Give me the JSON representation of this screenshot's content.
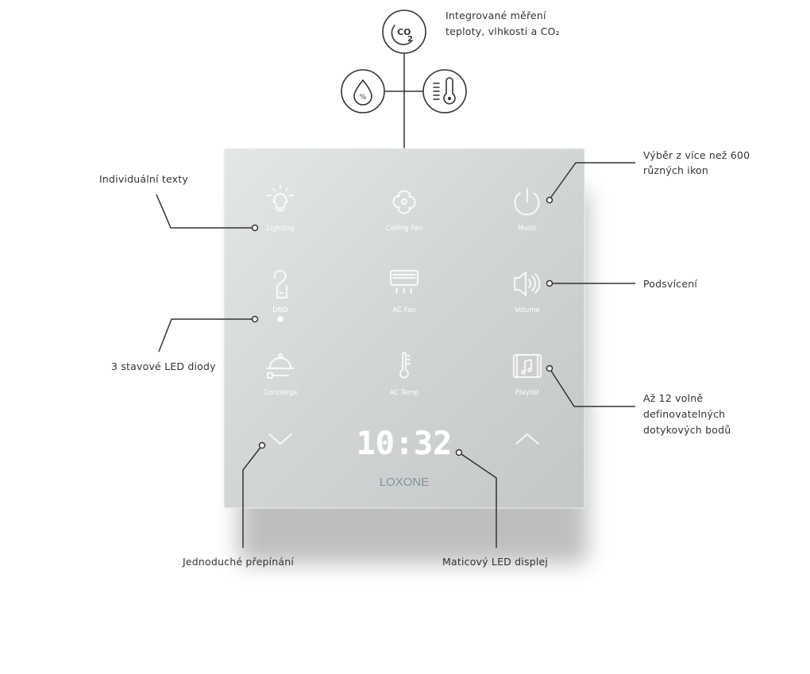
{
  "sensors": {
    "caption_line1": "Integrované měření",
    "caption_line2": "teploty, vlhkosti a CO₂",
    "icons": [
      "co2-icon",
      "humidity-icon",
      "thermometer-icon"
    ],
    "co2_text": "CO",
    "co2_sub": "2",
    "humidity_symbol": "%"
  },
  "panel": {
    "brand": "LOXONE",
    "clock": "10:32",
    "buttons": [
      {
        "label": "Lighting",
        "icon": "lightbulb-icon"
      },
      {
        "label": "Ceiling Fan",
        "icon": "fan-icon"
      },
      {
        "label": "Music",
        "icon": "power-icon"
      },
      {
        "label": "DND",
        "icon": "door-hanger-icon"
      },
      {
        "label": "AC Fan",
        "icon": "air-conditioner-icon"
      },
      {
        "label": "Volume",
        "icon": "speaker-icon"
      },
      {
        "label": "Concierge",
        "icon": "cloche-icon"
      },
      {
        "label": "AC Temp",
        "icon": "thermometer-icon"
      },
      {
        "label": "Playlist",
        "icon": "playlist-icon"
      }
    ],
    "colors": {
      "panel": "#d3d6d6",
      "brand": "#7f9498",
      "led": "#ffffff"
    }
  },
  "callouts": {
    "texts": "Individuální texty",
    "leds": "3 stavové LED diody",
    "icons_line1": "Výběr z více než 600",
    "icons_line2": "různých ikon",
    "backlight": "Podsvícení",
    "touch_line1": "Až 12 volně",
    "touch_line2": "definovatelných",
    "touch_line3": "dotykových bodů",
    "switching": "Jednoduché přepínání",
    "display": "Maticový LED displej"
  }
}
